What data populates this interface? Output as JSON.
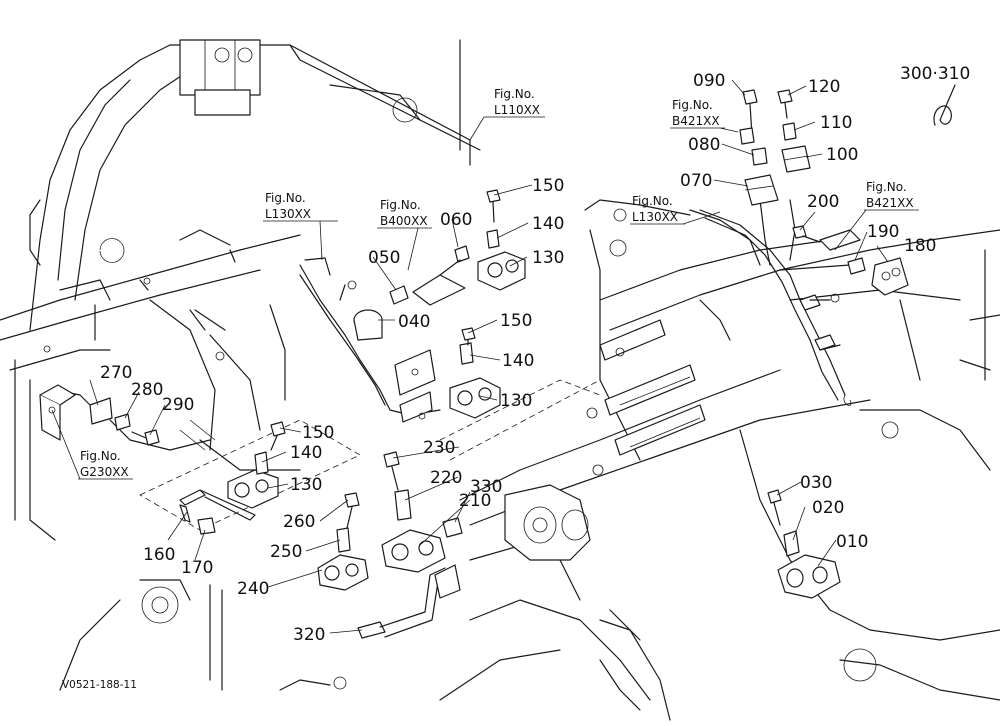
{
  "callouts": {
    "c010": "010",
    "c020": "020",
    "c030": "030",
    "c040": "040",
    "c050": "050",
    "c060": "060",
    "c070": "070",
    "c080": "080",
    "c090": "090",
    "c100": "100",
    "c110": "110",
    "c120": "120",
    "c130a": "130",
    "c130b": "130",
    "c130c": "130",
    "c140a": "140",
    "c140b": "140",
    "c140c": "140",
    "c150a": "150",
    "c150b": "150",
    "c150c": "150",
    "c160": "160",
    "c170": "170",
    "c180": "180",
    "c190": "190",
    "c200": "200",
    "c210": "210",
    "c220": "220",
    "c230": "230",
    "c240": "240",
    "c250": "250",
    "c260": "260",
    "c270": "270",
    "c280": "280",
    "c290": "290",
    "c300_310": "300·310",
    "c320": "320",
    "c330": "330"
  },
  "fig_refs": {
    "prefix": "Fig.No.",
    "l110": "L110XX",
    "l130_left": "L130XX",
    "b400": "B400XX",
    "b421_top": "B421XX",
    "l130_right": "L130XX",
    "b421_right": "B421XX",
    "g230": "G230XX"
  },
  "drawing_code": "V0521-188-11"
}
